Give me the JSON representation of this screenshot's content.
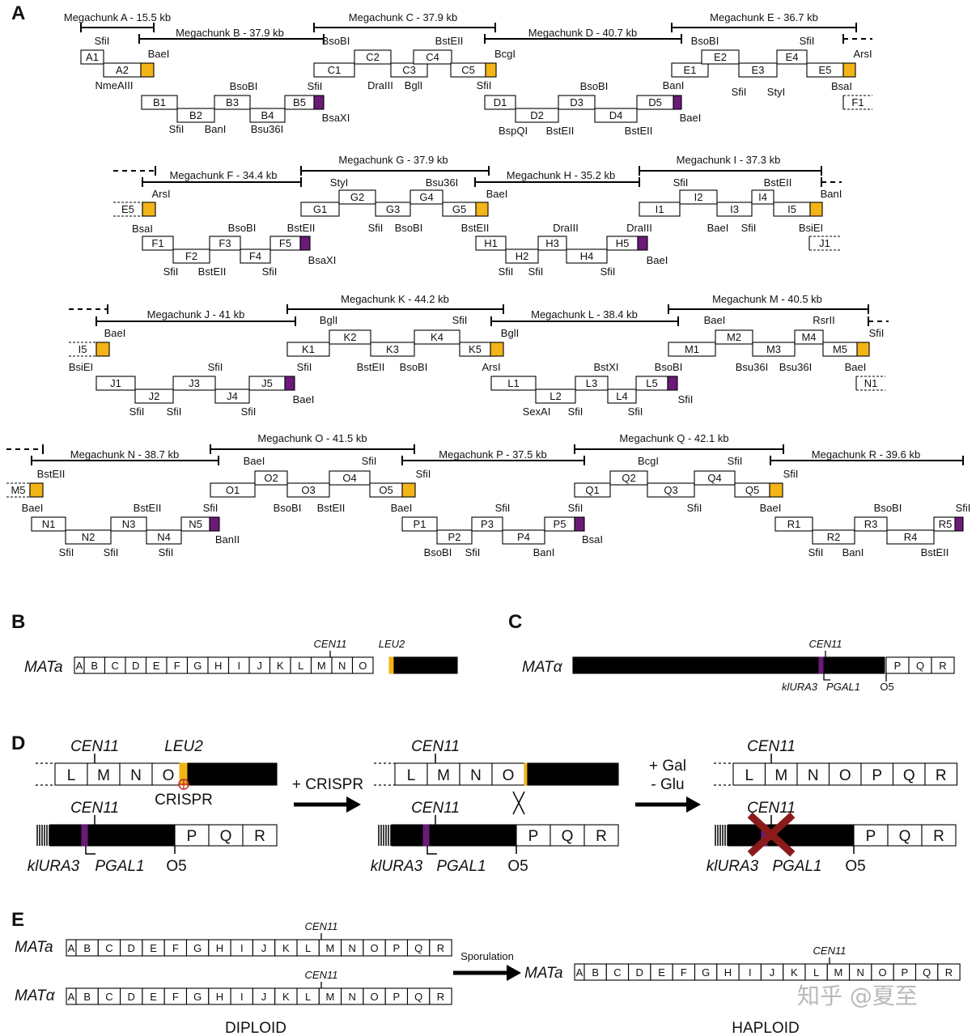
{
  "colors": {
    "yellow": "#f3b417",
    "purple": "#6b1a78",
    "black": "#000000",
    "red": "#c0272d",
    "darkred": "#8b1a1a"
  },
  "panelA": {
    "label": "A",
    "megachunks": [
      {
        "text": "Megachunk A - 15.5 kb"
      },
      {
        "text": "Megachunk B - 37.9 kb"
      },
      {
        "text": "Megachunk C - 37.9 kb"
      },
      {
        "text": "Megachunk D - 40.7 kb"
      },
      {
        "text": "Megachunk E - 36.7 kb"
      },
      {
        "text": "Megachunk F - 34.4 kb"
      },
      {
        "text": "Megachunk G - 37.9 kb"
      },
      {
        "text": "Megachunk H - 35.2 kb"
      },
      {
        "text": "Megachunk I - 37.3 kb"
      },
      {
        "text": "Megachunk J - 41 kb"
      },
      {
        "text": "Megachunk K - 44.2 kb"
      },
      {
        "text": "Megachunk L - 38.4 kb"
      },
      {
        "text": "Megachunk M - 40.5 kb"
      },
      {
        "text": "Megachunk N - 38.7 kb"
      },
      {
        "text": "Megachunk O - 41.5 kb"
      },
      {
        "text": "Megachunk P - 37.5 kb"
      },
      {
        "text": "Megachunk Q - 42.1 kb"
      },
      {
        "text": "Megachunk R - 39.6 kb"
      }
    ],
    "chunks": [
      "A1",
      "A2",
      "B1",
      "B2",
      "B3",
      "B4",
      "B5",
      "C1",
      "C2",
      "C3",
      "C4",
      "C5",
      "D1",
      "D2",
      "D3",
      "D4",
      "D5",
      "E1",
      "E2",
      "E3",
      "E4",
      "E5",
      "F1",
      "E5",
      "F1",
      "F2",
      "F3",
      "F4",
      "F5",
      "G1",
      "G2",
      "G3",
      "G4",
      "G5",
      "H1",
      "H2",
      "H3",
      "H4",
      "H5",
      "I1",
      "I2",
      "I3",
      "I4",
      "I5",
      "J1",
      "I5",
      "J1",
      "J2",
      "J3",
      "J4",
      "J5",
      "K1",
      "K2",
      "K3",
      "K4",
      "K5",
      "L1",
      "L2",
      "L3",
      "L4",
      "L5",
      "M1",
      "M2",
      "M3",
      "M4",
      "M5",
      "N1",
      "M5",
      "N1",
      "N2",
      "N3",
      "N4",
      "N5",
      "O1",
      "O2",
      "O3",
      "O4",
      "O5",
      "P1",
      "P2",
      "P3",
      "P4",
      "P5",
      "Q1",
      "Q2",
      "Q3",
      "Q4",
      "Q5",
      "R1",
      "R2",
      "R3",
      "R4",
      "R5"
    ],
    "sites": [
      "SfiI",
      "BaeI",
      "NmeAIII",
      "BsoBI",
      "SfiI",
      "SfiI",
      "BanI",
      "Bsu36I",
      "BsaXI",
      "BsoBI",
      "BstEII",
      "DraIII",
      "BglI",
      "BcgI",
      "SfiI",
      "BsoBI",
      "BspQI",
      "BstEII",
      "BstEII",
      "BanI",
      "BaeI",
      "BsoBI",
      "SfiI",
      "SfiI",
      "StyI",
      "ArsI",
      "BsaI",
      "ArsI",
      "BsaI",
      "BsoBI",
      "BstEII",
      "SfiI",
      "BstEII",
      "SfiI",
      "BsaXI",
      "StyI",
      "Bsu36I",
      "SfiI",
      "BsoBI",
      "BaeI",
      "BstEII",
      "DraIII",
      "DraIII",
      "SfiI",
      "SfiI",
      "SfiI",
      "BaeI",
      "SfiI",
      "BstEII",
      "BaeI",
      "SfiI",
      "BanI",
      "BsiEI",
      "BaeI",
      "BsiEI",
      "SfiI",
      "SfiI",
      "SfiI",
      "SfiI",
      "SfiI",
      "BaeI",
      "BglI",
      "SfiI",
      "BstEII",
      "BsoBI",
      "BglI",
      "ArsI",
      "BstXI",
      "BsoBI",
      "SexAI",
      "SfiI",
      "SfiI",
      "SfiI",
      "BaeI",
      "RsrII",
      "Bsu36I",
      "Bsu36I",
      "SfiI",
      "BaeI",
      "BstEII",
      "BaeI",
      "BstEII",
      "SfiI",
      "SfiI",
      "SfiI",
      "SfiI",
      "BanII",
      "BaeI",
      "SfiI",
      "BsoBI",
      "BstEII",
      "SfiI",
      "BaeI",
      "SfiI",
      "SfiI",
      "BsoBI",
      "SfiI",
      "BanI",
      "BsaI",
      "BcgI",
      "SfiI",
      "SfiI",
      "SfiI",
      "BaeI",
      "BsoBI",
      "SfiI",
      "SfiI",
      "BanI",
      "BstEII",
      "BsaI"
    ]
  },
  "panelB": {
    "label": "B",
    "strain": "MATa",
    "cen": "CEN11",
    "marker": "LEU2",
    "segments": [
      "A",
      "B",
      "C",
      "D",
      "E",
      "F",
      "G",
      "H",
      "I",
      "J",
      "K",
      "L",
      "M",
      "N",
      "O"
    ]
  },
  "panelC": {
    "label": "C",
    "strain": "MATα",
    "cen": "CEN11",
    "marker1": "klURA3",
    "marker2": "PGAL1",
    "junction": "O5",
    "segments": [
      "P",
      "Q",
      "R"
    ]
  },
  "panelD": {
    "label": "D",
    "cen": "CEN11",
    "leu2": "LEU2",
    "crispr_site": "CRISPR",
    "step1": "+ CRISPR",
    "step2a": "+ Gal",
    "step2b": "- Glu",
    "marker1": "klURA3",
    "marker2": "PGAL1",
    "junction": "O5",
    "top_segments": [
      "L",
      "M",
      "N",
      "O"
    ],
    "bottom_segments": [
      "P",
      "Q",
      "R"
    ],
    "final_top_segments": [
      "L",
      "M",
      "N",
      "O",
      "P",
      "Q",
      "R"
    ]
  },
  "panelE": {
    "label": "E",
    "strain_a": "MATa",
    "strain_alpha": "MATα",
    "cen": "CEN11",
    "segments": [
      "A",
      "B",
      "C",
      "D",
      "E",
      "F",
      "G",
      "H",
      "I",
      "J",
      "K",
      "L",
      "M",
      "N",
      "O",
      "P",
      "Q",
      "R"
    ],
    "arrow": "Sporulation",
    "diploid": "DIPLOID",
    "haploid": "HAPLOID"
  },
  "watermark": "知乎 @夏至"
}
